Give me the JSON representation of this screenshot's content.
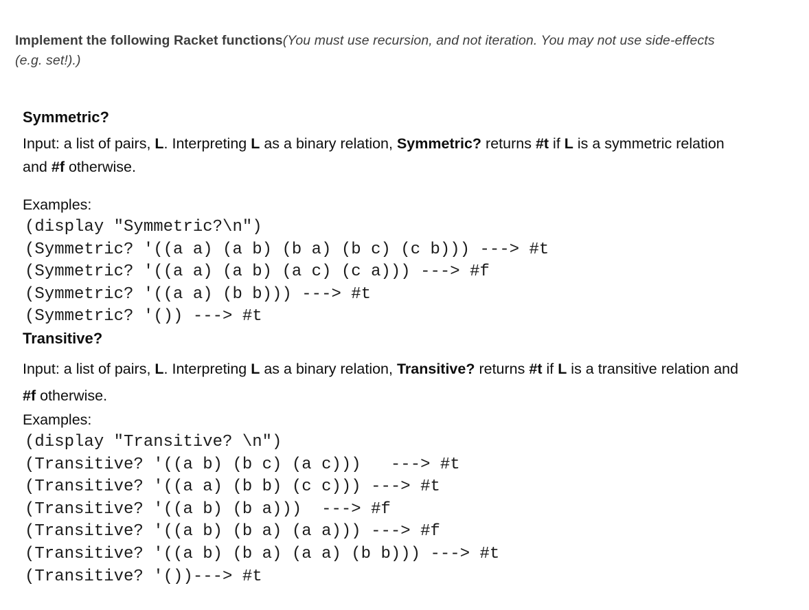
{
  "header": {
    "segments": [
      {
        "t": "Implement the following Racket functions",
        "b": true,
        "i": false
      },
      {
        "t": "(You must use recursion, and not iteration. You may not use side-effects (e.g. set!).)",
        "b": false,
        "i": true
      }
    ]
  },
  "sections": [
    {
      "title": "Symmetric?",
      "description": [
        {
          "t": "Input: a list of pairs, "
        },
        {
          "t": "L",
          "b": true
        },
        {
          "t": ". Interpreting "
        },
        {
          "t": "L",
          "b": true
        },
        {
          "t": " as a binary relation, "
        },
        {
          "t": "Symmetric?",
          "b": true
        },
        {
          "t": " returns "
        },
        {
          "t": "#t",
          "b": true
        },
        {
          "t": " if "
        },
        {
          "t": "L",
          "b": true
        },
        {
          "t": " is a symmetric relation and "
        },
        {
          "t": "#f",
          "b": true
        },
        {
          "t": " otherwise."
        }
      ],
      "examples_label": "Examples:",
      "code_lines": [
        "(display \"Symmetric?\\n\")",
        "(Symmetric? '((a a) (a b) (b a) (b c) (c b))) ---> #t",
        "(Symmetric? '((a a) (a b) (a c) (c a))) ---> #f",
        "(Symmetric? '((a a) (b b))) ---> #t",
        "(Symmetric? '()) ---> #t"
      ]
    },
    {
      "title": "Transitive?",
      "description": [
        {
          "t": "Input: a list of pairs, "
        },
        {
          "t": "L",
          "b": true
        },
        {
          "t": ". Interpreting "
        },
        {
          "t": "L",
          "b": true
        },
        {
          "t": " as a binary relation, "
        },
        {
          "t": "Transitive?",
          "b": true
        },
        {
          "t": " returns "
        },
        {
          "t": "#t",
          "b": true
        },
        {
          "t": " if "
        },
        {
          "t": "L",
          "b": true
        },
        {
          "t": " is a transitive relation and "
        },
        {
          "t": "#f",
          "b": true
        },
        {
          "t": " otherwise."
        }
      ],
      "examples_label": "Examples:",
      "code_lines": [
        "(display \"Transitive? \\n\")",
        "(Transitive? '((a b) (b c) (a c)))   ---> #t",
        "(Transitive? '((a a) (b b) (c c))) ---> #t",
        "(Transitive? '((a b) (b a)))  ---> #f",
        "(Transitive? '((a b) (b a) (a a))) ---> #f",
        "(Transitive? '((a b) (b a) (a a) (b b))) ---> #t",
        "(Transitive? '())---> #t"
      ]
    }
  ]
}
